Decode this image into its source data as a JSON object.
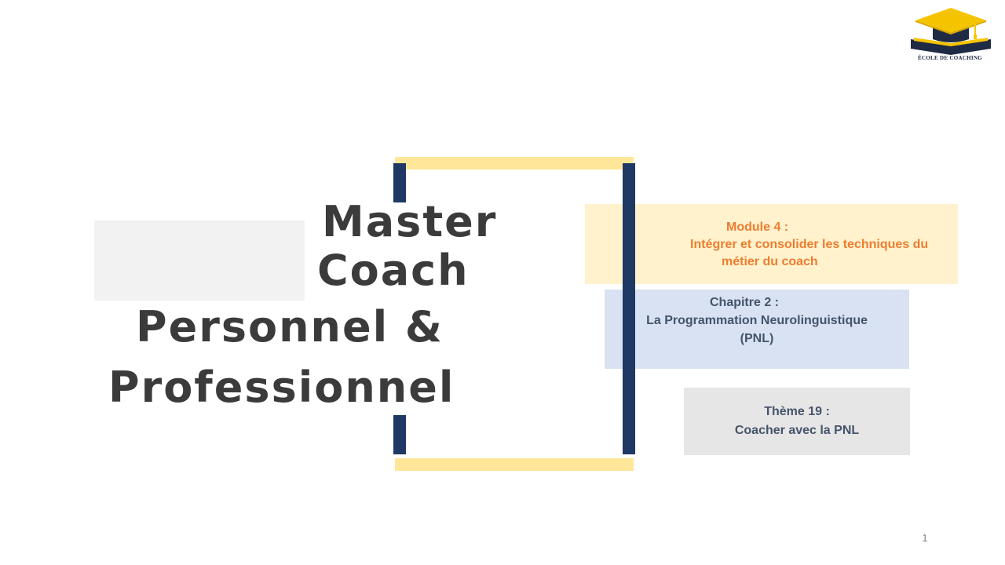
{
  "logo": {
    "text": "ÉCOLE DE COACHING",
    "icon": "graduation-cap-book-icon",
    "colors": {
      "navy": "#1f2a44",
      "gold": "#f5c400"
    }
  },
  "title": {
    "line1": "Master",
    "line2": "Coach",
    "line3": "Personnel &",
    "line4": "Professionnel"
  },
  "module": {
    "label": "Module 4 :",
    "description_line1": "Intégrer et consolider les techniques du",
    "description_line2": "métier du coach"
  },
  "chapitre": {
    "label": "Chapitre 2 :",
    "description_line1": "La Programmation Neurolinguistique",
    "description_line2": "(PNL)"
  },
  "theme": {
    "label": "Thème 19 :",
    "description": "Coacher avec la PNL"
  },
  "page_number": "1",
  "colors": {
    "navy": "#1f3864",
    "yellow": "#ffe699",
    "orange": "#ed7d31",
    "slate": "#44546a",
    "title": "#3b3b3b"
  }
}
